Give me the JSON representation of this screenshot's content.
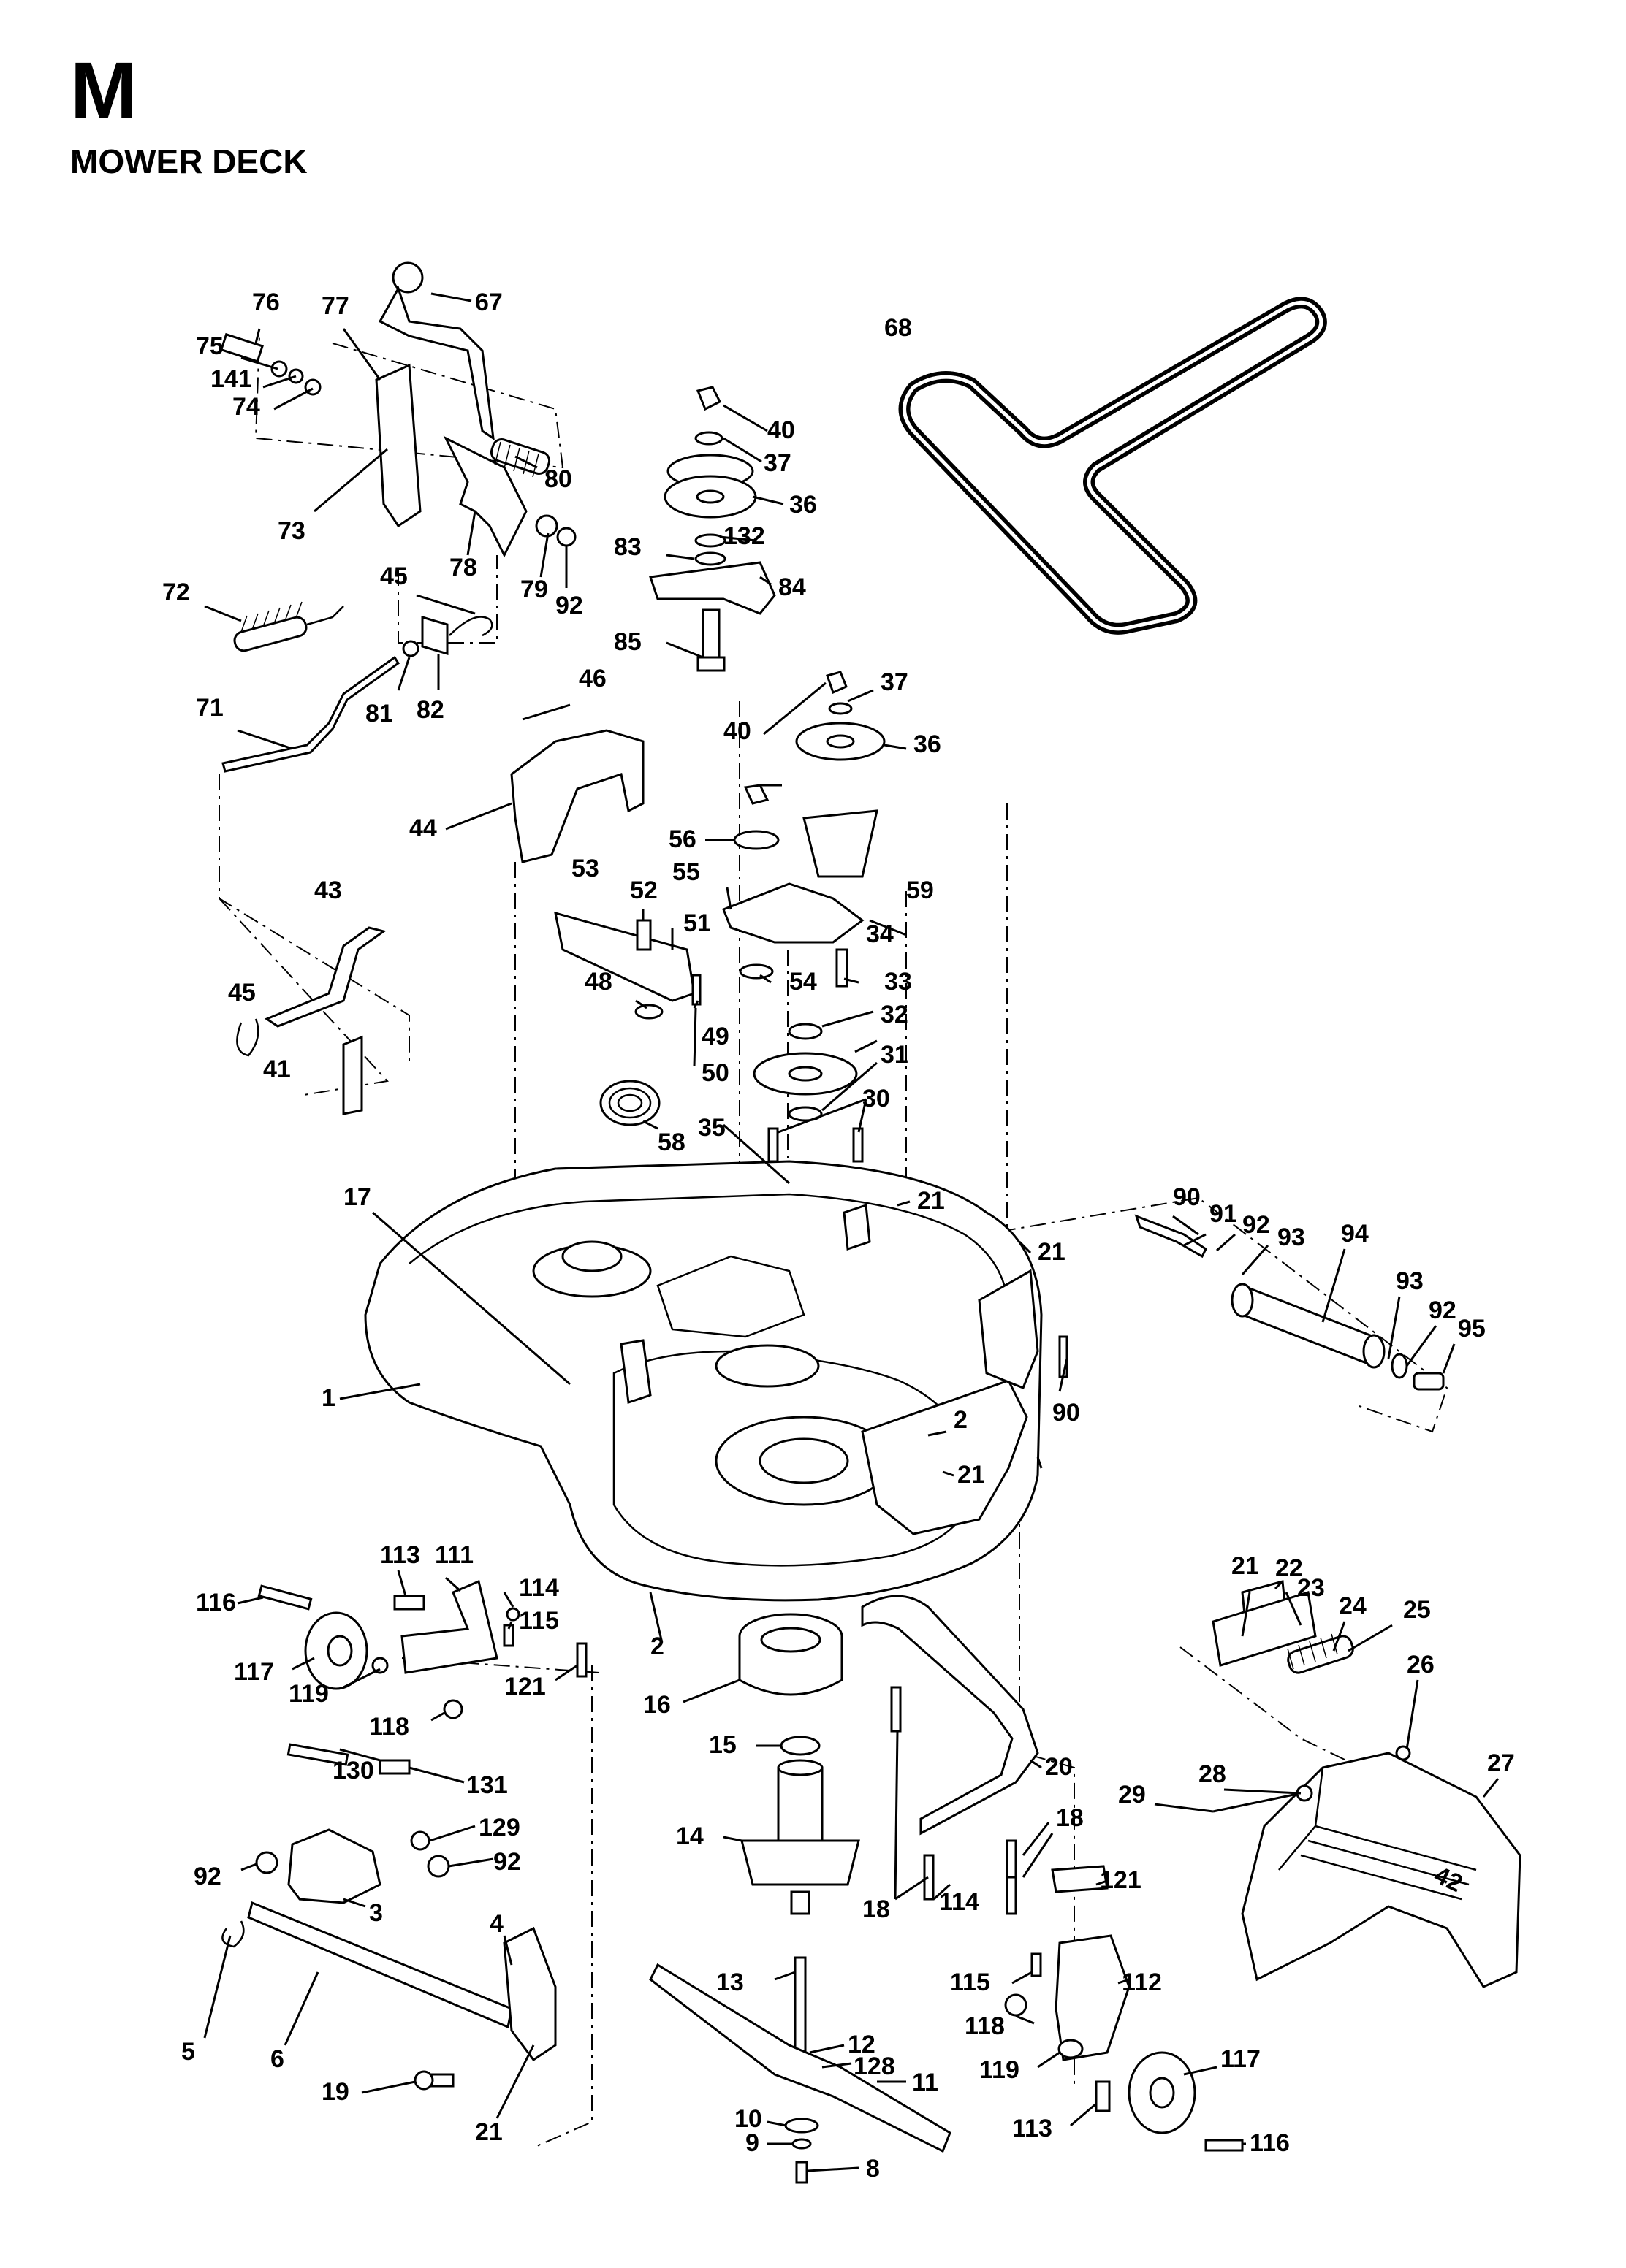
{
  "header": {
    "section_letter": "M",
    "section_title": "MOWER DECK"
  },
  "callouts": {
    "p1": "1",
    "p2a": "2",
    "p2b": "2",
    "p3": "3",
    "p4": "4",
    "p5": "5",
    "p6": "6",
    "p8": "8",
    "p9": "9",
    "p10": "10",
    "p11": "11",
    "p12": "12",
    "p13": "13",
    "p14": "14",
    "p15": "15",
    "p16": "16",
    "p17": "17",
    "p18a": "18",
    "p18b": "18",
    "p19": "19",
    "p20": "20",
    "p21a": "21",
    "p21b": "21",
    "p21c": "21",
    "p21d": "21",
    "p21e": "21",
    "p22": "22",
    "p23": "23",
    "p24": "24",
    "p25": "25",
    "p26": "26",
    "p27": "27",
    "p28": "28",
    "p29": "29",
    "p30": "30",
    "p31": "31",
    "p32": "32",
    "p33": "33",
    "p34": "34",
    "p35": "35",
    "p36a": "36",
    "p36b": "36",
    "p37a": "37",
    "p37b": "37",
    "p40a": "40",
    "p40b": "40",
    "p41": "41",
    "p43": "43",
    "p44": "44",
    "p45a": "45",
    "p45b": "45",
    "p46": "46",
    "p48": "48",
    "p49": "49",
    "p50": "50",
    "p51": "51",
    "p52": "52",
    "p53": "53",
    "p54": "54",
    "p55": "55",
    "p56": "56",
    "p58": "58",
    "p59": "59",
    "p67": "67",
    "p68": "68",
    "p71": "71",
    "p72": "72",
    "p73": "73",
    "p74": "74",
    "p75": "75",
    "p76": "76",
    "p77": "77",
    "p78": "78",
    "p79": "79",
    "p80": "80",
    "p81": "81",
    "p82": "82",
    "p83": "83",
    "p84": "84",
    "p85": "85",
    "p90a": "90",
    "p90b": "90",
    "p91": "91",
    "p92a": "92",
    "p92b": "92",
    "p92c": "92",
    "p92d": "92",
    "p92e": "92",
    "p93a": "93",
    "p93b": "93",
    "p94": "94",
    "p95": "95",
    "p111": "111",
    "p112": "112",
    "p113a": "113",
    "p113b": "113",
    "p114a": "114",
    "p114b": "114",
    "p115a": "115",
    "p115b": "115",
    "p116a": "116",
    "p116b": "116",
    "p117a": "117",
    "p117b": "117",
    "p118a": "118",
    "p118b": "118",
    "p119a": "119",
    "p119b": "119",
    "p121a": "121",
    "p121b": "121",
    "p128": "128",
    "p129": "129",
    "p130": "130",
    "p131": "131",
    "p132": "132",
    "p141": "141"
  },
  "deflector_marking": "42"
}
